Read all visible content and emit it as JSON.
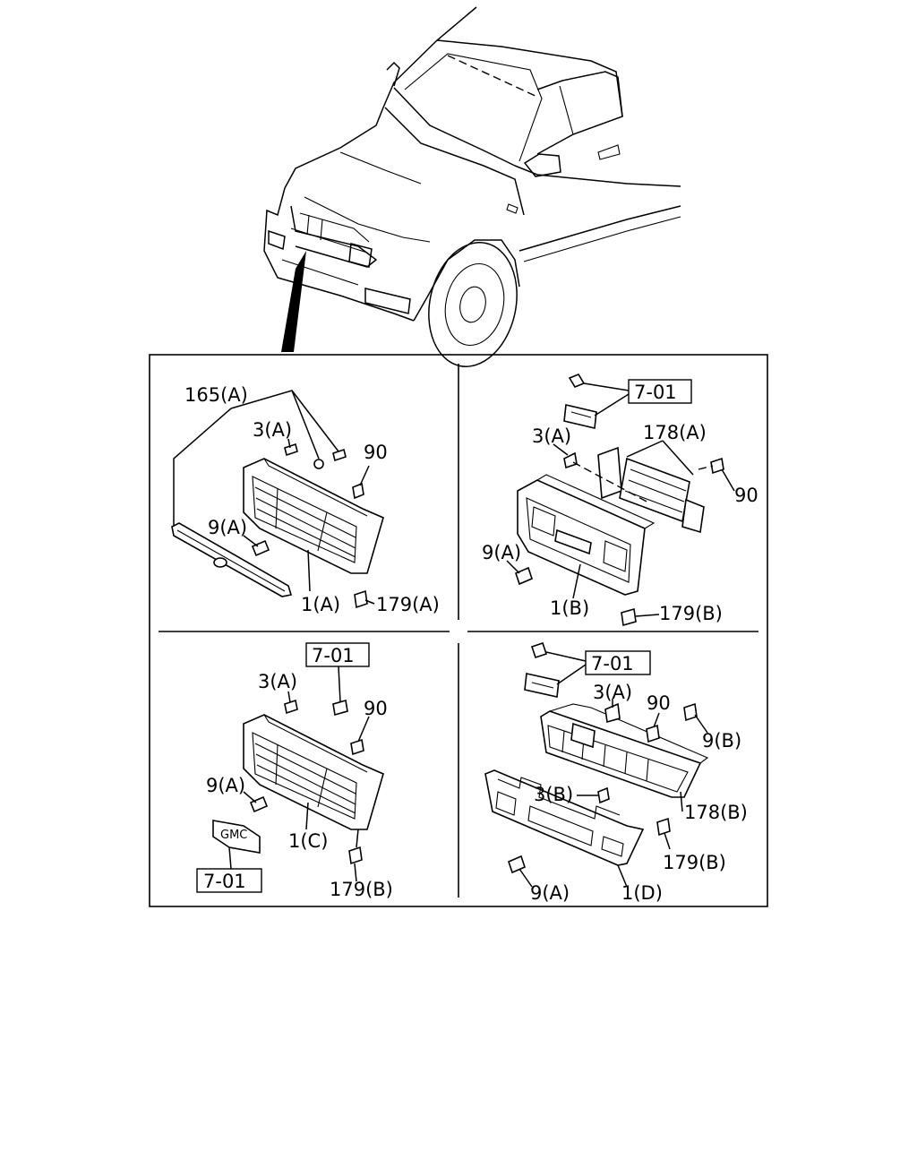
{
  "diagram": {
    "panels": {
      "top_left": {
        "labels": [
          "165(A)",
          "3(A)",
          "90",
          "9(A)",
          "1(A)",
          "179(A)"
        ]
      },
      "top_right": {
        "ref_box": "7-01",
        "labels": [
          "3(A)",
          "178(A)",
          "90",
          "9(A)",
          "1(B)",
          "179(B)"
        ]
      },
      "bottom_left": {
        "ref_box_top": "7-01",
        "ref_box_bottom": "7-01",
        "labels": [
          "3(A)",
          "90",
          "9(A)",
          "1(C)",
          "179(B)"
        ],
        "emblem_text": "GMC"
      },
      "bottom_right": {
        "ref_box": "7-01",
        "labels": [
          "3(A)",
          "90",
          "9(B)",
          "3(B)",
          "178(B)",
          "179(B)",
          "9(A)",
          "1(D)"
        ]
      }
    }
  }
}
